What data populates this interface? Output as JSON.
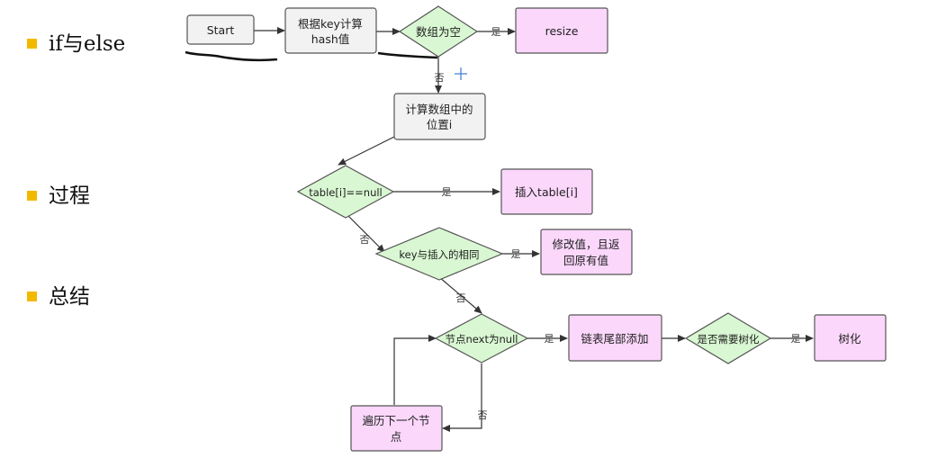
{
  "bullets": [
    "if与else",
    "过程",
    "总结"
  ],
  "colors": {
    "bullet": "#f2b900",
    "process_fill": "#f2f2f2",
    "decision_fill": "#d9f7d2",
    "terminal_fill": "#fbd7fb",
    "stroke": "#555555"
  },
  "diagram": {
    "nodes": {
      "start": {
        "text": [
          "Start"
        ]
      },
      "hash": {
        "text": [
          "根据key计算",
          "hash值"
        ]
      },
      "empty": {
        "text": [
          "数组为空"
        ]
      },
      "resize": {
        "text": [
          "resize"
        ]
      },
      "calc": {
        "text": [
          "计算数组中的",
          "位置i"
        ]
      },
      "tnull": {
        "text": [
          "table[i]==null"
        ]
      },
      "insert": {
        "text": [
          "插入table[i]"
        ]
      },
      "keysame": {
        "text": [
          "key与插入的相同"
        ]
      },
      "modify": {
        "text": [
          "修改值，且返",
          "回原有值"
        ]
      },
      "nextnull": {
        "text": [
          "节点next为null"
        ]
      },
      "append": {
        "text": [
          "链表尾部添加"
        ]
      },
      "tree_q": {
        "text": [
          "是否需要树化"
        ]
      },
      "treeify": {
        "text": [
          "树化"
        ]
      },
      "traverse": {
        "text": [
          "遍历下一个节",
          "点"
        ]
      }
    },
    "edge_labels": {
      "yes": "是",
      "no": "否"
    }
  }
}
